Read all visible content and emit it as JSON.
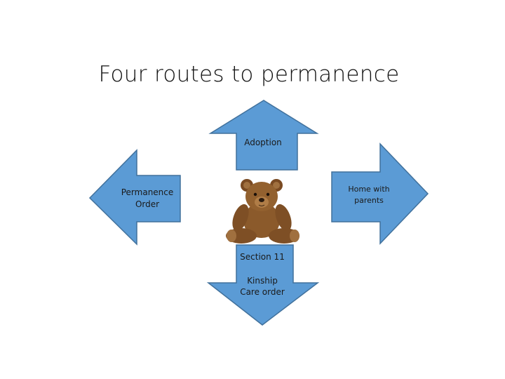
{
  "title": "Four routes to permanence",
  "colors": {
    "arrow_fill": "#5b9bd5",
    "arrow_stroke": "#41719c",
    "teddy_fur": "#8b5a2b"
  },
  "routes": {
    "up": {
      "label": "Adoption"
    },
    "right": {
      "line1": "Home with",
      "line2": "parents"
    },
    "left": {
      "line1": "Permanence",
      "line2": "Order"
    },
    "down": {
      "line1": "Section 11",
      "line2": "Kinship",
      "line3": "Care order"
    }
  },
  "center_image": "teddy-bear"
}
